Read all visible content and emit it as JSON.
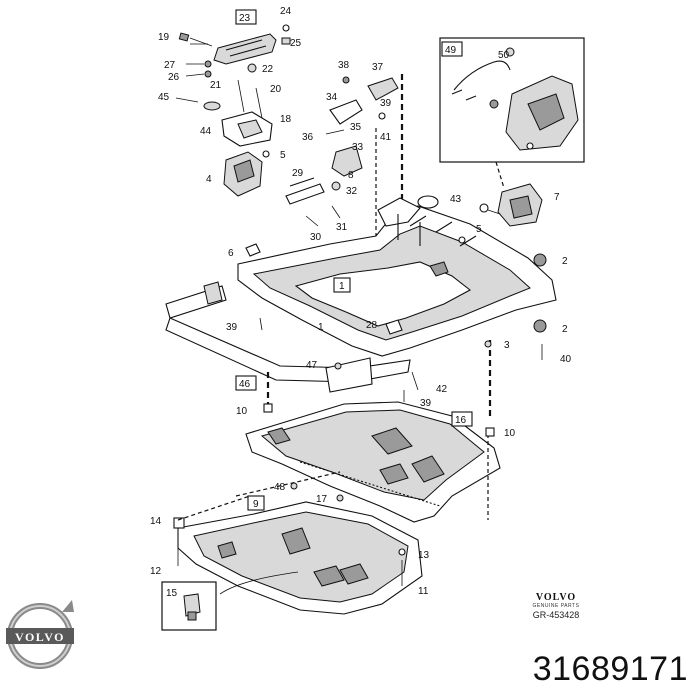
{
  "part_number": "31689171",
  "logo": {
    "brand": "VOLVO"
  },
  "reference": {
    "brand": "VOLVO",
    "subtitle": "GENUINE PARTS",
    "code": "GR-453428"
  },
  "callouts": {
    "c1": "1",
    "c1b": "1",
    "c2": "2",
    "c2b": "2",
    "c3": "3",
    "c4": "4",
    "c5": "5",
    "c5b": "5",
    "c6": "6",
    "c7": "7",
    "c8": "8",
    "c9": "9",
    "c10": "10",
    "c10b": "10",
    "c11": "11",
    "c12": "12",
    "c13": "13",
    "c14": "14",
    "c15": "15",
    "c16": "16",
    "c17": "17",
    "c18": "18",
    "c19": "19",
    "c20": "20",
    "c21": "21",
    "c22": "22",
    "c23": "23",
    "c24": "24",
    "c25": "25",
    "c26": "26",
    "c27": "27",
    "c28": "28",
    "c29": "29",
    "c30": "30",
    "c31": "31",
    "c32": "32",
    "c33": "33",
    "c34": "34",
    "c35": "35",
    "c36": "36",
    "c37": "37",
    "c38": "38",
    "c39": "39",
    "c39b": "39",
    "c40": "40",
    "c41": "41",
    "c42": "42",
    "c43": "43",
    "c44": "44",
    "c45": "45",
    "c46": "46",
    "c47": "47",
    "c48": "48",
    "c49": "49",
    "c50": "50"
  }
}
